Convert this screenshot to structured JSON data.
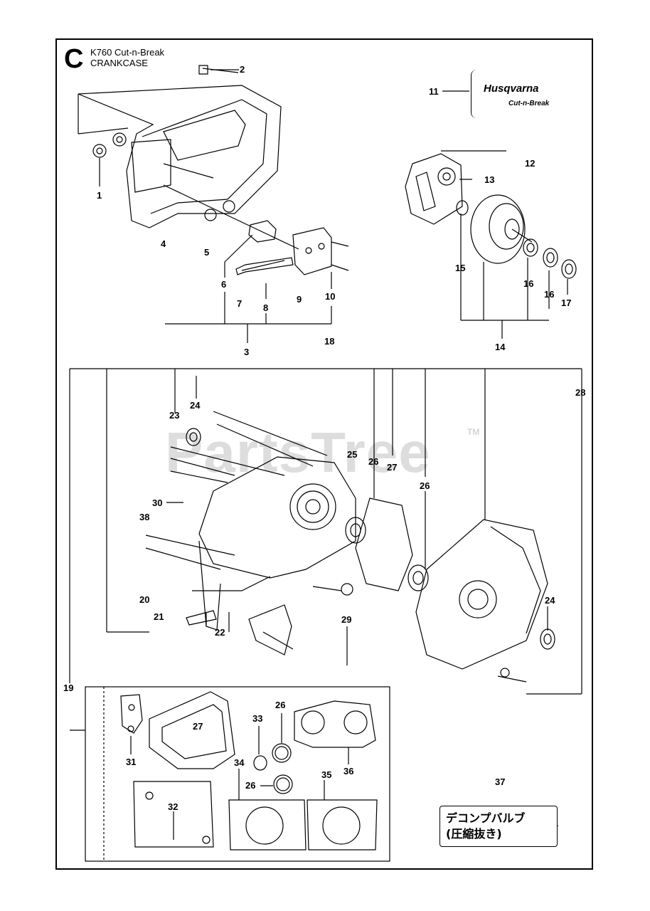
{
  "header": {
    "section_letter": "C",
    "model": "K760 Cut-n-Break",
    "assembly": "CRANKCASE"
  },
  "watermark": "PartsTree",
  "watermark_tm": "TM",
  "brand": {
    "name": "Husqvarna",
    "sub": "Cut-n-Break"
  },
  "notice": {
    "line1": "デコンプバルブ",
    "line2": "(圧縮抜き)"
  },
  "callouts": {
    "c1": "1",
    "c2": "2",
    "c3": "3",
    "c4": "4",
    "c5": "5",
    "c6": "6",
    "c7": "7",
    "c8": "8",
    "c9": "9",
    "c10": "10",
    "c11": "11",
    "c12": "12",
    "c13": "13",
    "c14": "14",
    "c15": "15",
    "c16a": "16",
    "c16b": "16",
    "c17": "17",
    "c18": "18",
    "c19": "19",
    "c20": "20",
    "c21": "21",
    "c22": "22",
    "c23": "23",
    "c24a": "24",
    "c24b": "24",
    "c25": "25",
    "c26a": "26",
    "c26b": "26",
    "c26c": "26",
    "c26d": "26",
    "c27a": "27",
    "c27b": "27",
    "c28": "28",
    "c29": "29",
    "c30": "30",
    "c31": "31",
    "c32": "32",
    "c33": "33",
    "c34": "34",
    "c35": "35",
    "c36": "36",
    "c37": "37",
    "c38": "38"
  }
}
